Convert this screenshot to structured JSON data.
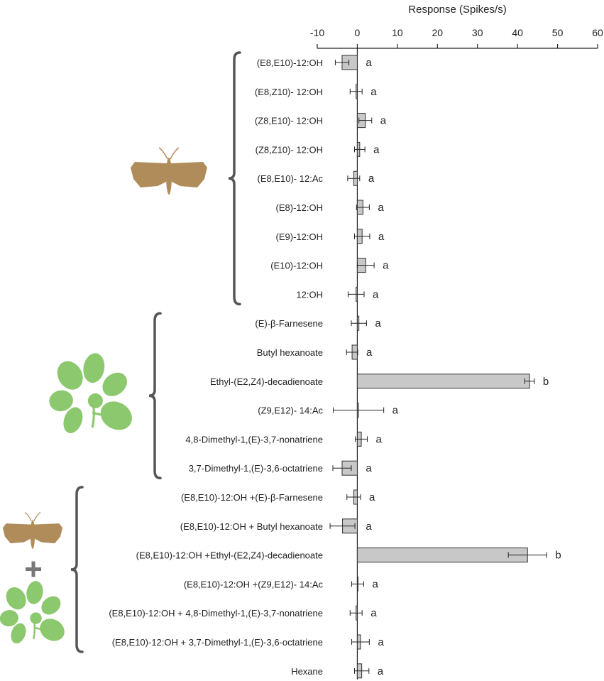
{
  "chart_data": {
    "type": "bar",
    "orientation": "horizontal",
    "xlabel": "Response (Spikes/s)",
    "xlim": [
      -10,
      60
    ],
    "xticks": [
      -10,
      0,
      10,
      20,
      30,
      40,
      50,
      60
    ],
    "axis_position": "top",
    "bar_color": "#c8c8c8",
    "categories": [
      "(E8,E10)-12:OH",
      "(E8,Z10)- 12:OH",
      "(Z8,E10)- 12:OH",
      "(Z8,Z10)- 12:OH",
      "(E8,E10)- 12:Ac",
      "(E8)-12:OH",
      "(E9)-12:OH",
      "(E10)-12:OH",
      "12:OH",
      "(E)-β-Farnesene",
      "Butyl hexanoate",
      "Ethyl-(E2,Z4)-decadienoate",
      "(Z9,E12)- 14:Ac",
      "4,8-Dimethyl-1,(E)-3,7-nonatriene",
      "3,7-Dimethyl-1,(E)-3,6-octatriene",
      "(E8,E10)-12:OH +(E)-β-Farnesene",
      "(E8,E10)-12:OH + Butyl hexanoate",
      "(E8,E10)-12:OH +Ethyl-(E2,Z4)-decadienoate",
      "(E8,E10)-12:OH +(Z9,E12)- 14:Ac",
      "(E8,E10)-12:OH + 4,8-Dimethyl-1,(E)-3,7-nonatriene",
      "(E8,E10)-12:OH + 3,7-Dimethyl-1,(E)-3,6-octatriene",
      "Hexane"
    ],
    "values": [
      -3.8,
      -0.3,
      2.0,
      0.6,
      -0.9,
      1.4,
      1.2,
      2.1,
      -0.3,
      0.4,
      -1.3,
      43.0,
      0.3,
      1.0,
      -3.8,
      -0.9,
      -3.7,
      42.5,
      0.1,
      -0.3,
      0.8,
      1.1
    ],
    "errors": [
      1.7,
      1.5,
      1.6,
      1.3,
      1.5,
      1.6,
      1.9,
      2.1,
      2.0,
      1.9,
      1.4,
      1.2,
      6.3,
      1.5,
      2.3,
      1.7,
      3.1,
      4.8,
      1.5,
      1.5,
      2.2,
      1.8
    ],
    "significance": [
      "a",
      "a",
      "a",
      "a",
      "a",
      "a",
      "a",
      "a",
      "a",
      "a",
      "a",
      "b",
      "a",
      "a",
      "a",
      "a",
      "a",
      "b",
      "a",
      "a",
      "a",
      "a"
    ],
    "groups": [
      {
        "name": "moth-pheromone",
        "start": 0,
        "end": 8,
        "icon": "moth-icon",
        "color": "#b08c5a"
      },
      {
        "name": "plant-volatiles",
        "start": 9,
        "end": 14,
        "icon": "plant-icon",
        "color": "#8cc86e"
      },
      {
        "name": "pheromone-plus-volatile",
        "start": 15,
        "end": 20,
        "icon": "moth-plus-plant-icon",
        "color": "#8cc86e"
      }
    ],
    "grid": false,
    "legend": "none"
  }
}
